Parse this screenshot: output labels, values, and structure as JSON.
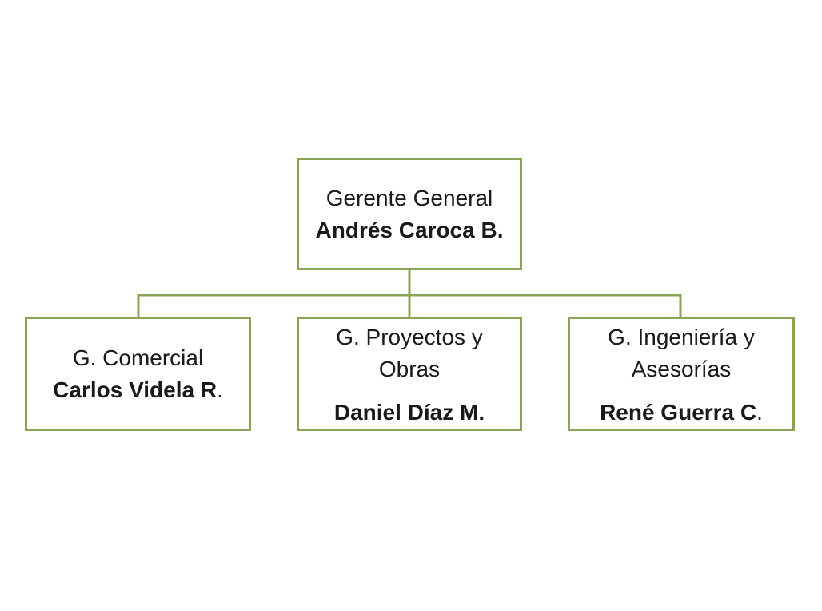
{
  "org_chart": {
    "root": {
      "role": "Gerente General",
      "person": "Andrés Caroca B.",
      "suffix": ""
    },
    "children": [
      {
        "role": "G. Comercial",
        "person": "Carlos Videla R",
        "suffix": "."
      },
      {
        "role": "G. Proyectos y Obras",
        "person": "Daniel Díaz M.",
        "suffix": ""
      },
      {
        "role": "G. Ingeniería y Asesorías",
        "person": "René Guerra C",
        "suffix": "."
      }
    ]
  },
  "colors": {
    "border": "#8aa558",
    "text": "#1a1a1a",
    "background": "#ffffff"
  }
}
